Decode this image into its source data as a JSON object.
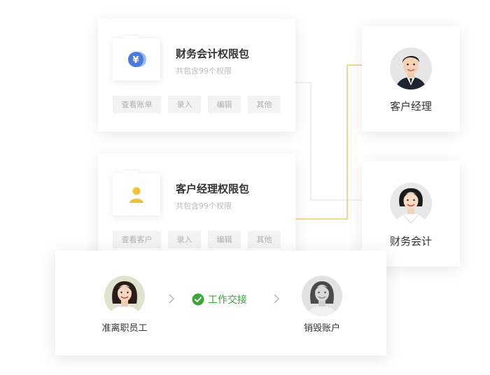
{
  "permission_packs": [
    {
      "title": "财务会计权限包",
      "subtitle": "共包含99个权限",
      "icon": "yen-coin-icon",
      "icon_color": "#4c7be0",
      "chips": [
        "查看账单",
        "录入",
        "编辑",
        "其他"
      ]
    },
    {
      "title": "客户经理权限包",
      "subtitle": "共包含99个权限",
      "icon": "user-icon",
      "icon_color": "#f2c234",
      "chips": [
        "查看客户",
        "录入",
        "编辑",
        "其他"
      ]
    }
  ],
  "persons": [
    {
      "name": "客户经理",
      "avatar": "male-avatar"
    },
    {
      "name": "财务会计",
      "avatar": "female-avatar"
    }
  ],
  "handover": {
    "from_name": "准离职员工",
    "status_label": "工作交接",
    "status_color": "#3aa63a",
    "to_name": "销毁账户"
  },
  "colors": {
    "active_connector": "#e8b31c",
    "inactive_connector": "#dcdfe6"
  }
}
